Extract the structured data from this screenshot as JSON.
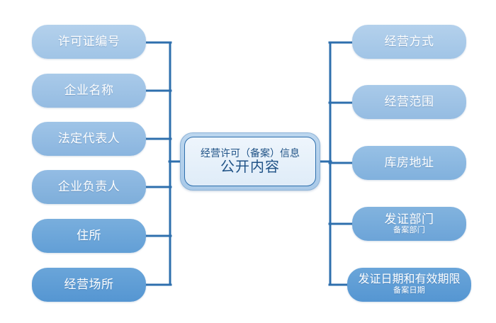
{
  "diagram": {
    "title": "经营许可（备案）信息公开内容",
    "center": {
      "line1": "经营许可（备案）信息",
      "line2": "公开内容",
      "text_color": "#1f5286",
      "fill_color": "#e8f1fa",
      "border_color": "#2e6fad"
    },
    "connector_color": "#2e6fad",
    "left_branches": [
      {
        "label": "许可证编号",
        "sub": "",
        "fill": "#a9c9e8"
      },
      {
        "label": "企业名称",
        "sub": "",
        "fill": "#9ec3e5"
      },
      {
        "label": "法定代表人",
        "sub": "",
        "fill": "#93bce2"
      },
      {
        "label": "企业负责人",
        "sub": "",
        "fill": "#88b5de"
      },
      {
        "label": "住所",
        "sub": "",
        "fill": "#6ea6d9"
      },
      {
        "label": "经营场所",
        "sub": "",
        "fill": "#5b9bd5"
      }
    ],
    "right_branches": [
      {
        "label": "经营方式",
        "sub": "",
        "fill": "#a9c9e8"
      },
      {
        "label": "经营范围",
        "sub": "",
        "fill": "#9ec3e5"
      },
      {
        "label": "库房地址",
        "sub": "",
        "fill": "#8ab6df"
      },
      {
        "label": "发证部门",
        "sub": "备案部门",
        "fill": "#76abdb"
      },
      {
        "label": "发证日期和有效期限",
        "sub": "备案日期",
        "fill": "#5b9bd5"
      }
    ]
  }
}
